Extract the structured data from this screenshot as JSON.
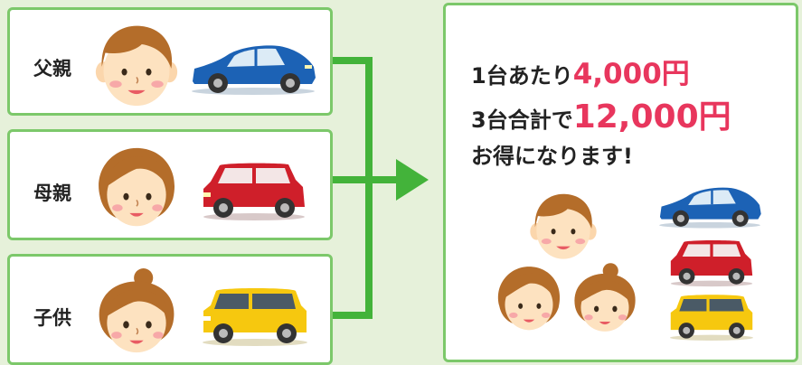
{
  "family": [
    {
      "label": "父親",
      "face": "father-face-icon",
      "car": "blue-compact-car-icon"
    },
    {
      "label": "母親",
      "face": "mother-face-icon",
      "car": "red-kei-car-icon"
    },
    {
      "label": "子供",
      "face": "child-face-icon",
      "car": "yellow-kei-car-icon"
    }
  ],
  "summary": {
    "line1_prefix": "1台あたり",
    "line1_amount": "4,000円",
    "line2_prefix": "3台合計で",
    "line2_amount": "12,000円",
    "line3": "お得になります!"
  },
  "colors": {
    "page_bg": "#e6f1da",
    "border": "#7cc86a",
    "arrow": "#43b33a",
    "amount": "#e8365d",
    "car_blue": "#1c62b5",
    "car_red": "#cf1f2a",
    "car_yellow": "#f6c80f"
  }
}
